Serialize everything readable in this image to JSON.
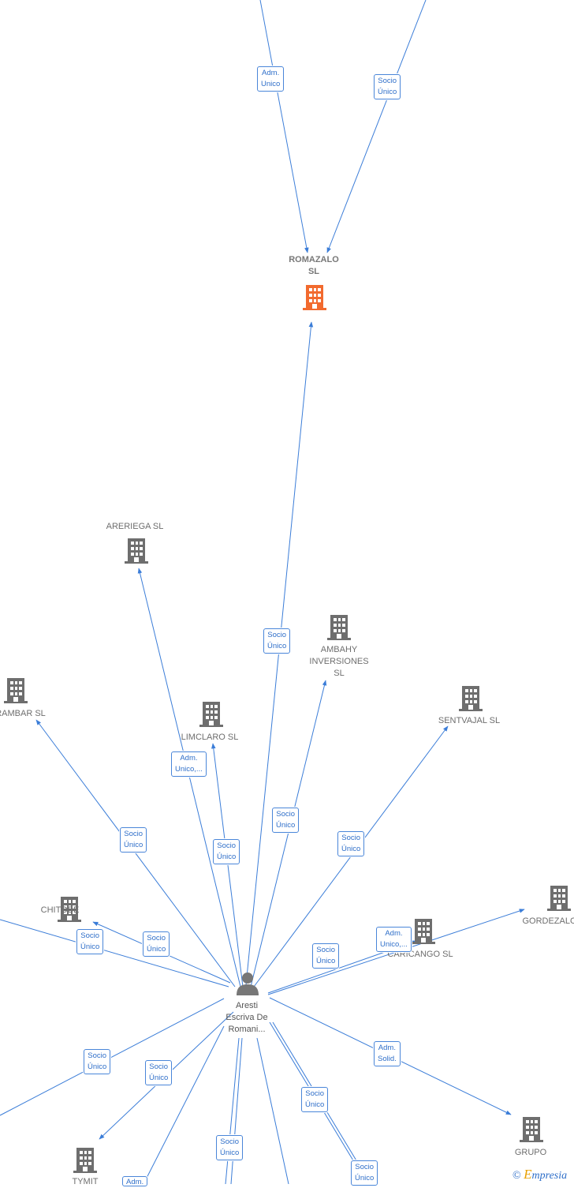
{
  "colors": {
    "edge": "#3b7dd8",
    "company": "#6e6e6e",
    "focus": "#f26a2e",
    "person": "#777777"
  },
  "nodes": {
    "romazalo": {
      "label_1": "ROMAZALO",
      "label_2": "SL",
      "icon": "building-icon"
    },
    "areriega": {
      "label": "ARERIEGA  SL",
      "icon": "building-icon"
    },
    "ambahy": {
      "label_1": "AMBAHY",
      "label_2": "INVERSIONES",
      "label_3": "SL",
      "icon": "building-icon"
    },
    "rambar": {
      "label": "RAMBAR SL",
      "icon": "building-icon"
    },
    "limclaro": {
      "label": "LIMCLARO  SL",
      "icon": "building-icon"
    },
    "sentvajal": {
      "label": "SENTVAJAL  SL",
      "icon": "building-icon"
    },
    "chitobe": {
      "label": "CHITOBE",
      "icon": "building-icon"
    },
    "caricango": {
      "label": "CARICANGO  SL",
      "icon": "building-icon"
    },
    "gordezalo": {
      "label": "GORDEZALO",
      "icon": "building-icon"
    },
    "grupo": {
      "label": "GRUPO",
      "icon": "building-icon"
    },
    "tymit": {
      "label": "TYMIT",
      "icon": "building-icon"
    },
    "person": {
      "label_1": "Aresti",
      "label_2": "Escriva De",
      "label_3": "Romani...",
      "icon": "person-icon"
    }
  },
  "badges": {
    "b1": {
      "line1": "Adm.",
      "line2": "Unico"
    },
    "b2": {
      "line1": "Socio",
      "line2": "Único"
    },
    "b3": {
      "line1": "Socio",
      "line2": "Único"
    },
    "b4": {
      "line1": "Adm.",
      "line2": "Unico,..."
    },
    "b5": {
      "line1": "Socio",
      "line2": "Único"
    },
    "b6": {
      "line1": "Socio",
      "line2": "Único"
    },
    "b7": {
      "line1": "Socio",
      "line2": "Único"
    },
    "b8": {
      "line1": "Socio",
      "line2": "Único"
    },
    "b9": {
      "line1": "Socio",
      "line2": "Único"
    },
    "b10": {
      "line1": "Socio",
      "line2": "Único"
    },
    "b11": {
      "line1": "Adm.",
      "line2": "Unico,..."
    },
    "b12": {
      "line1": "Socio",
      "line2": "Único"
    },
    "b13": {
      "line1": "Socio",
      "line2": "Único"
    },
    "b14": {
      "line1": "Adm.",
      "line2": "Solid."
    },
    "b15": {
      "line1": "Socio",
      "line2": "Único"
    },
    "b16": {
      "line1": "Socio",
      "line2": "Único"
    },
    "b17": {
      "line1": "Socio",
      "line2": "Único"
    },
    "b18": {
      "line1": "Adm."
    }
  },
  "credit": {
    "symbol": "©",
    "brand_initial": "E",
    "brand_rest": "mpresia"
  }
}
